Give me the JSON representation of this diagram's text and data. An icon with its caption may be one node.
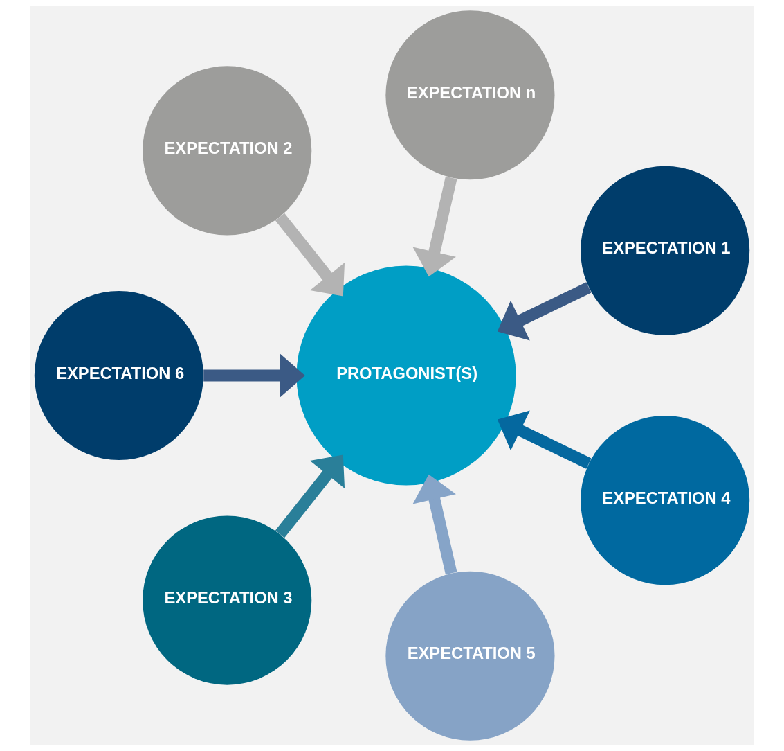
{
  "diagram": {
    "nodes": [
      {
        "text": [
          "EXPECTATION 1"
        ]
      },
      {
        "text": [
          "EXPECTATION n"
        ]
      },
      {
        "text": [
          "EXPECTATION 2"
        ]
      },
      {
        "text": [
          "PROTAGONIST(S)"
        ]
      },
      {
        "text": [
          "EXPECTATION 6"
        ]
      },
      {
        "text": [
          "EXPECTATION 3"
        ]
      },
      {
        "text": [
          "EXPECTATION 5"
        ]
      },
      {
        "text": [
          "EXPECTATION 4"
        ]
      }
    ],
    "edges": [
      {
        "from": 0,
        "to": 3,
        "arrow": "to",
        "color": "#3b5a85"
      },
      {
        "from": 1,
        "to": 3,
        "arrow": "to",
        "color": "#b3b3b3"
      },
      {
        "from": 2,
        "to": 3,
        "arrow": "to",
        "color": "#b3b3b3"
      },
      {
        "from": 4,
        "to": 3,
        "arrow": "to",
        "color": "#3b5a85"
      },
      {
        "from": 5,
        "to": 3,
        "arrow": "to",
        "color": "#2a7f99"
      },
      {
        "from": 6,
        "to": 3,
        "arrow": "to",
        "color": "#86a4c8"
      },
      {
        "from": 7,
        "to": 3,
        "arrow": "to",
        "color": "#05689f"
      }
    ]
  }
}
